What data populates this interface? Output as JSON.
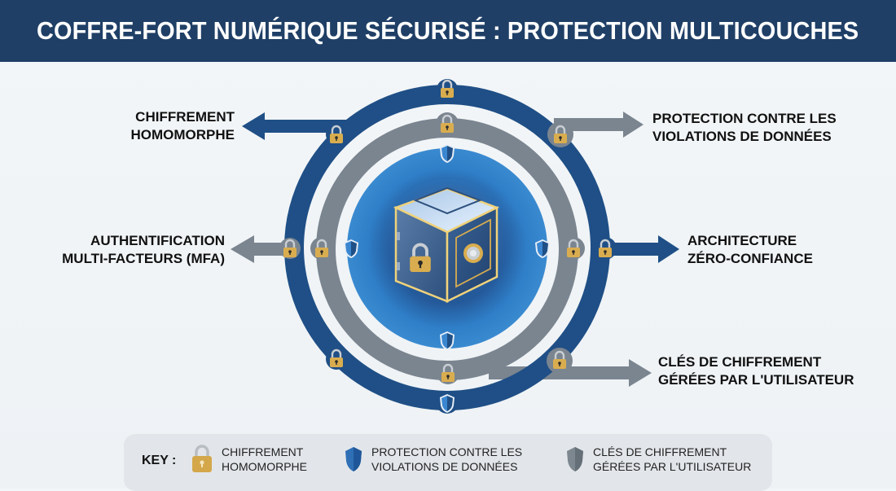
{
  "header": {
    "title": "COFFRE-FORT NUMÉRIQUE SÉCURISÉ : PROTECTION MULTICOUCHES"
  },
  "diagram": {
    "center": {
      "name": "digital-vault",
      "description": "Coffre-fort numérique central"
    },
    "layers": [
      {
        "name": "outer-ring",
        "color": "#1f4f86"
      },
      {
        "name": "middle-ring",
        "color": "#7a8590"
      },
      {
        "name": "inner-disc",
        "color": "#2f7fc8"
      }
    ],
    "labels": {
      "chiffrement_homomorphe": {
        "line1": "CHIFFREMENT",
        "line2": "HOMOMORPHE"
      },
      "mfa": {
        "line1": "AUTHENTIFICATION",
        "line2": "MULTI-FACTEURS (MFA)"
      },
      "protection_violations": {
        "line1": "PROTECTION CONTRE LES",
        "line2": "VIOLATIONS DE DONNÉES"
      },
      "zero_confiance": {
        "line1": "ARCHITECTURE",
        "line2": "ZÉRO-CONFIANCE"
      },
      "cles_utilisateur": {
        "line1": "CLÉS DE CHIFFREMENT",
        "line2": "GÉRÉES PAR L'UTILISATEUR"
      }
    }
  },
  "key": {
    "title": "KEY :",
    "items": [
      {
        "icon": "padlock-icon",
        "line1": "CHIFFREMENT",
        "line2": "HOMOMORPHE",
        "color": "#d4a84a"
      },
      {
        "icon": "blue-shield-icon",
        "line1": "PROTECTION CONTRE LES",
        "line2": "VIOLATIONS DE DONNÉES",
        "color": "#2f6fb5"
      },
      {
        "icon": "gray-shield-icon",
        "line1": "CLÉS DE CHIFFREMENT",
        "line2": "GÉRÉES PAR L'UTILISATEUR",
        "color": "#6f7a83"
      }
    ]
  },
  "colors": {
    "header_bg": "#1f3f66",
    "outer_ring": "#1f4f86",
    "gray_ring": "#7a8590",
    "inner_blue": "#2f7fc8",
    "lock_gold": "#d4a84a"
  }
}
